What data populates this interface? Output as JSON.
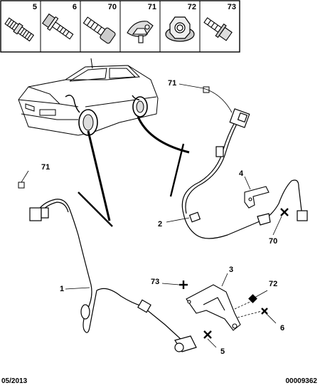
{
  "fasteners": [
    {
      "ref": "5",
      "icon": "stud-bolt-icon"
    },
    {
      "ref": "6",
      "icon": "flange-bolt-icon"
    },
    {
      "ref": "70",
      "icon": "socket-screw-icon"
    },
    {
      "ref": "71",
      "icon": "clip-icon"
    },
    {
      "ref": "72",
      "icon": "flange-nut-icon"
    },
    {
      "ref": "73",
      "icon": "washer-screw-icon"
    }
  ],
  "callouts": {
    "c71a": "71",
    "c71b": "71",
    "c4": "4",
    "c2": "2",
    "c70": "70",
    "c1": "1",
    "c73": "73",
    "c3": "3",
    "c72": "72",
    "c6": "6",
    "c5": "5"
  },
  "footer": {
    "date": "05/2013",
    "ref": "00009362"
  }
}
